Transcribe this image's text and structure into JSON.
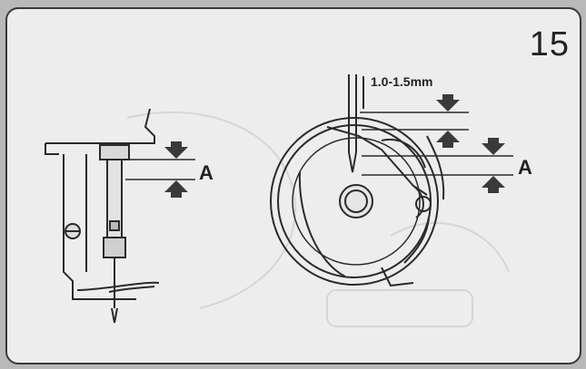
{
  "page": {
    "page_number": "15",
    "left_figure": {
      "label": "A"
    },
    "right_figure": {
      "label": "A",
      "dimension": "1.0-1.5mm"
    }
  },
  "colors": {
    "panel_bg": "#ededed",
    "outer_bg": "#b9b9b9",
    "ink": "#2a2a2a",
    "arrow_fill": "#3a3a3a"
  },
  "icons": {
    "arrow_down": "arrow-down-icon",
    "arrow_up": "arrow-up-icon"
  }
}
